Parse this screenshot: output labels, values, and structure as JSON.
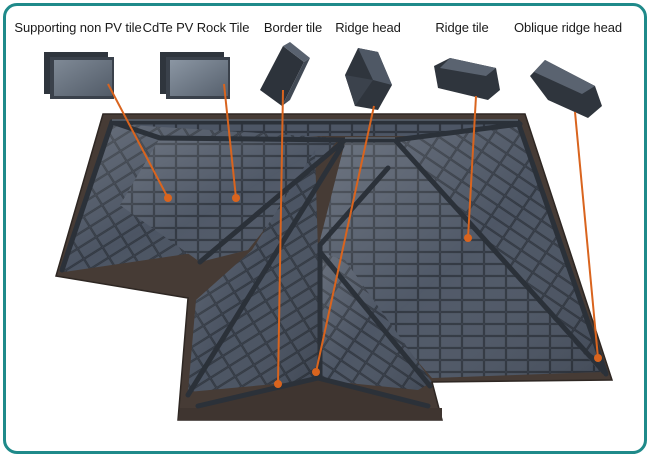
{
  "labels": {
    "supporting_tile": "Supporting non PV tile",
    "cdte_tile": "CdTe PV Rock Tile",
    "border_tile": "Border tile",
    "ridge_head": "Ridge head",
    "ridge_tile": "Ridge tile",
    "oblique_ridge_head": "Oblique ridge head"
  },
  "colors": {
    "frame": "#1f8a8a",
    "leader": "#d9641e",
    "tile_dark": "#3b4350",
    "tile_light": "#6d7886",
    "roof_edge": "#4a3f38"
  }
}
